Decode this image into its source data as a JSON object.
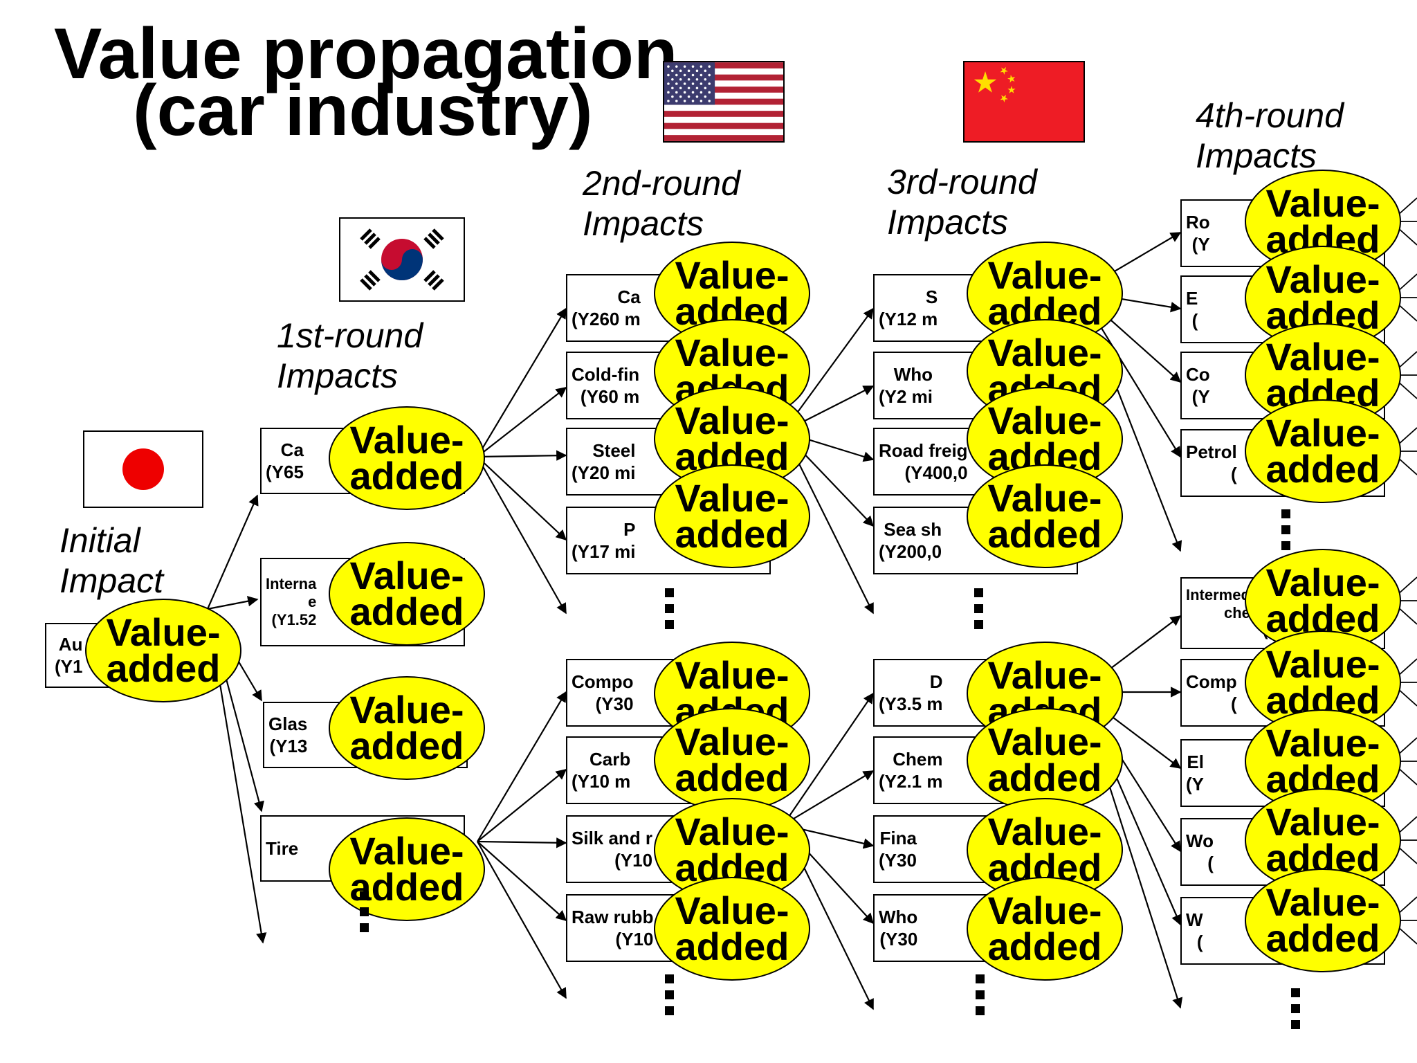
{
  "title_line1": "Value propagation",
  "title_line2": "(car industry)",
  "rounds": {
    "initial": [
      "Initial",
      "Impact"
    ],
    "first": [
      "1st-round",
      "Impacts"
    ],
    "second": [
      "2nd-round",
      "Impacts"
    ],
    "third": [
      "3rd-round",
      "Impacts"
    ],
    "fourth": [
      "4th-round",
      "Impacts"
    ]
  },
  "value_added_label": [
    "Value-",
    "added"
  ],
  "flags": [
    "japan-flag",
    "korea-flag",
    "usa-flag",
    "china-flag"
  ],
  "colors": {
    "ellipse": "#ffff00",
    "china_red": "#ee1c25",
    "china_star": "#ffde00",
    "japan_red": "#ee0000",
    "usa_red": "#b22234",
    "usa_blue": "#3c3b6e"
  },
  "boxes": {
    "initial": [
      "Au",
      "(Y1"
    ],
    "r1": [
      [
        "Ca",
        "(Y65"
      ],
      [
        "Interna",
        "e",
        "(Y1.52"
      ],
      [
        "Glas",
        "(Y13"
      ],
      [
        "Tire"
      ]
    ],
    "r2": [
      [
        "Ca",
        "(Y260 m"
      ],
      [
        "Cold-fin",
        "(Y60 m"
      ],
      [
        "Steel",
        "(Y20 mi"
      ],
      [
        "P",
        "(Y17 mi"
      ],
      [
        "Compo",
        "(Y30"
      ],
      [
        "Carb",
        "(Y10 m"
      ],
      [
        "Silk and r",
        "(Y10"
      ],
      [
        "Raw rubb",
        "(Y10"
      ]
    ],
    "r3": [
      [
        "S",
        "(Y12 m"
      ],
      [
        "Who",
        "(Y2 mi"
      ],
      [
        "Road freig",
        "(Y400,0"
      ],
      [
        "Sea sh",
        "(Y200,0"
      ],
      [
        "D",
        "(Y3.5 m"
      ],
      [
        "Chem",
        "(Y2.1 m"
      ],
      [
        "Fina",
        "(Y30"
      ],
      [
        "Who",
        "(Y30"
      ]
    ],
    "r4": [
      [
        "Ro",
        "(Y"
      ],
      [
        "E",
        "("
      ],
      [
        "Co",
        "(Y"
      ],
      [
        "Petrol",
        "("
      ],
      [
        "Intermediat",
        "chemi",
        "("
      ],
      [
        "Comp",
        "("
      ],
      [
        "El",
        "(Y"
      ],
      [
        "Wo",
        "("
      ],
      [
        "W",
        "("
      ]
    ]
  }
}
